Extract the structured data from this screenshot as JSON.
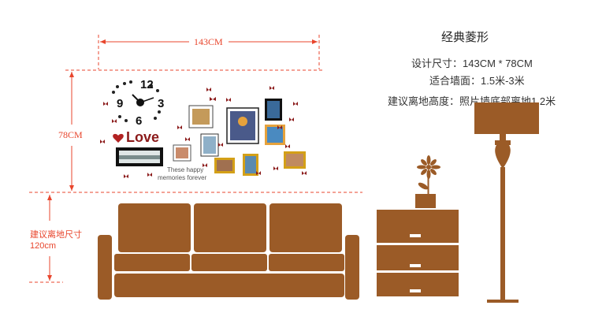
{
  "dimensions": {
    "width_label": "143CM",
    "height_label": "78CM",
    "install_label_line1": "建议离地尺寸",
    "install_label_line2": "120cm"
  },
  "spec": {
    "title": "经典菱形",
    "size": "设计尺寸：143CM * 78CM",
    "wall": "适合墙面：1.5米-3米",
    "height": "建议离地高度：照片墙底部离地1.2米"
  },
  "artwork": {
    "clock_numbers": [
      "12",
      "3",
      "6",
      "9"
    ],
    "love_text": "Love",
    "tagline_line1": "These happy",
    "tagline_line2": "memories forever"
  },
  "colors": {
    "accent": "#e8452c",
    "furniture": "#9b5b27",
    "butterfly": "#8b1a1a"
  }
}
